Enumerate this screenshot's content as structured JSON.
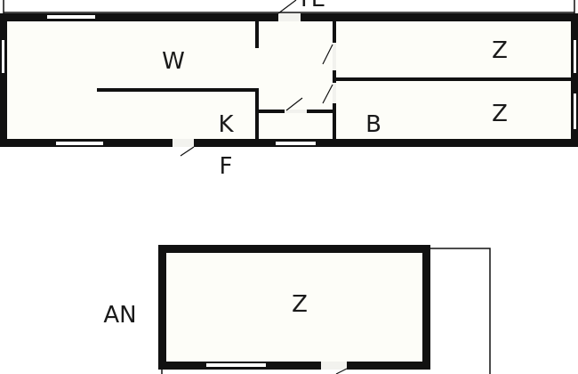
{
  "plan": {
    "colors": {
      "wall": "#111111",
      "floor": "#fdfdf8",
      "window": "#ffffff"
    },
    "labels": {
      "terrace_top": "TE",
      "living": "W",
      "bedroom_1": "Z",
      "bedroom_2": "Z",
      "kitchen": "K",
      "bathroom": "B",
      "entrance": "F",
      "annex": "AN",
      "annex_room": "Z"
    }
  }
}
